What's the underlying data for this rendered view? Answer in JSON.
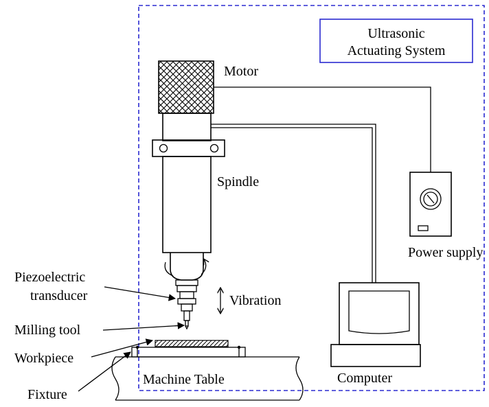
{
  "diagram": {
    "system_box": {
      "line1": "Ultrasonic",
      "line2": "Actuating System",
      "border_color": "#2a2ad0"
    },
    "labels": {
      "motor": "Motor",
      "spindle": "Spindle",
      "piezo_line1": "Piezoelectric",
      "piezo_line2": "transducer",
      "vibration": "Vibration",
      "milling_tool": "Milling tool",
      "workpiece": "Workpiece",
      "fixture": "Fixture",
      "machine_table": "Machine Table",
      "power_supply": "Power supply",
      "computer": "Computer"
    },
    "icons": {
      "motor": "crosshatched-block",
      "spindle": "spindle-column",
      "transducer": "collet",
      "tool": "end-mill",
      "workpiece": "hatched-plate",
      "power_supply": "dial-box",
      "computer": "crt-monitor",
      "vibration": "double-arrow"
    }
  }
}
